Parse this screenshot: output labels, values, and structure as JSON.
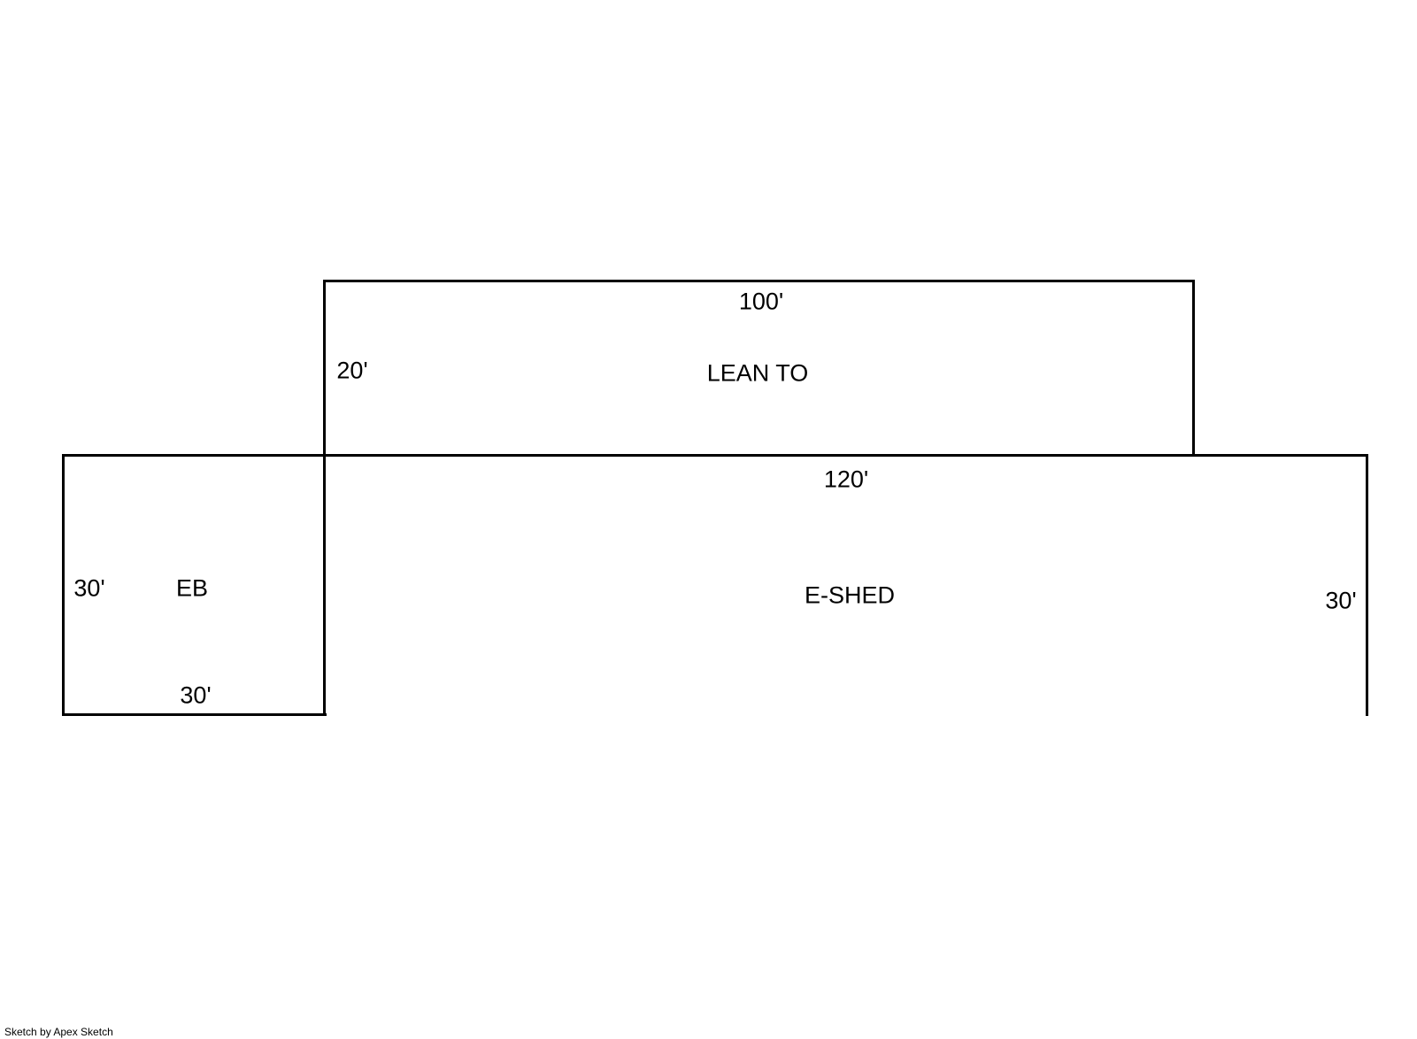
{
  "colors": {
    "line": "#000000",
    "background": "#ffffff",
    "text": "#000000"
  },
  "buildings": {
    "lean_to": {
      "label": "LEAN TO",
      "top_dim": "100'",
      "left_dim": "20'"
    },
    "e_shed": {
      "label": "E-SHED",
      "top_dim": "120'",
      "right_dim": "30'"
    },
    "eb": {
      "label": "EB",
      "left_dim": "30'",
      "bottom_dim": "30'"
    }
  },
  "footer": {
    "credit": "Sketch by Apex Sketch"
  }
}
